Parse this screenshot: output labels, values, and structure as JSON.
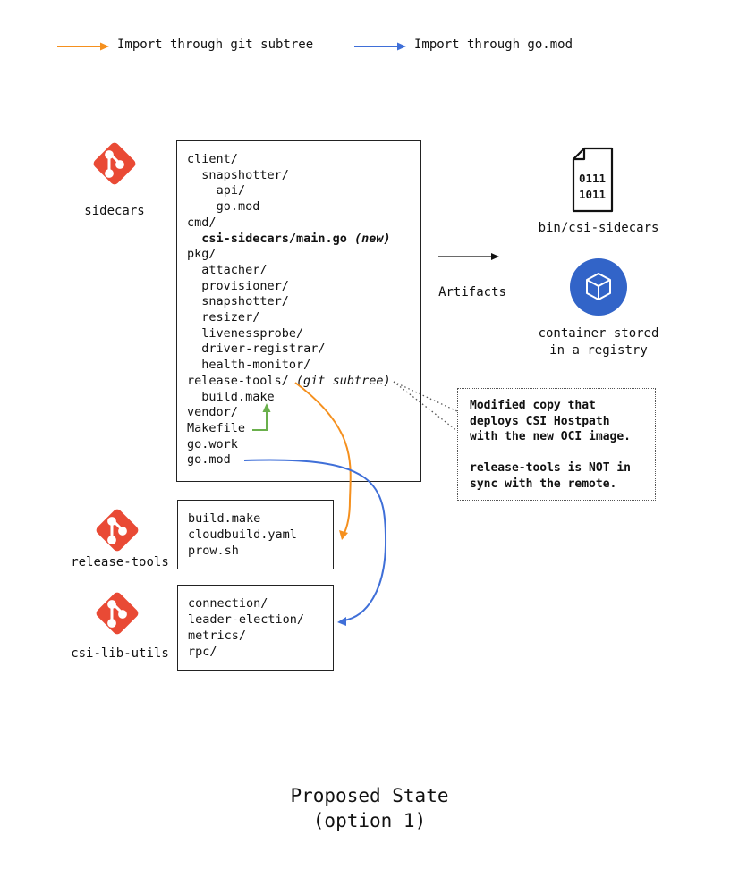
{
  "legend": {
    "orange_label": "Import through git subtree",
    "blue_label": "Import through go.mod",
    "orange_color": "#f5901e",
    "blue_color": "#3f6fd8"
  },
  "repos": {
    "sidecars": "sidecars",
    "release_tools": "release-tools",
    "csi_lib_utils": "csi-lib-utils"
  },
  "sidecars_tree": [
    {
      "indent": 0,
      "text": "client/"
    },
    {
      "indent": 1,
      "text": "snapshotter/"
    },
    {
      "indent": 2,
      "text": "api/"
    },
    {
      "indent": 2,
      "text": "go.mod"
    },
    {
      "indent": 0,
      "text": "cmd/"
    },
    {
      "indent": 1,
      "text": "csi-sidecars/main.go",
      "note": "(new)",
      "bold": true
    },
    {
      "indent": 0,
      "text": "pkg/"
    },
    {
      "indent": 1,
      "text": "attacher/"
    },
    {
      "indent": 1,
      "text": "provisioner/"
    },
    {
      "indent": 1,
      "text": "snapshotter/"
    },
    {
      "indent": 1,
      "text": "resizer/"
    },
    {
      "indent": 1,
      "text": "livenessprobe/"
    },
    {
      "indent": 1,
      "text": "driver-registrar/"
    },
    {
      "indent": 1,
      "text": "health-monitor/"
    },
    {
      "indent": 0,
      "text": "release-tools/",
      "note": "(git subtree)"
    },
    {
      "indent": 1,
      "text": "build.make"
    },
    {
      "indent": 0,
      "text": "vendor/"
    },
    {
      "indent": 0,
      "text": "Makefile"
    },
    {
      "indent": 0,
      "text": "go.work"
    },
    {
      "indent": 0,
      "text": "go.mod"
    }
  ],
  "release_tools_files": [
    "build.make",
    "cloudbuild.yaml",
    "prow.sh"
  ],
  "csi_lib_utils_files": [
    "connection/",
    "leader-election/",
    "metrics/",
    "rpc/"
  ],
  "artifacts": {
    "label": "Artifacts",
    "binary_icon_text": [
      "0111",
      "1011"
    ],
    "binary_caption": "bin/csi-sidecars",
    "container_caption_1": "container stored",
    "container_caption_2": "in a registry"
  },
  "note": {
    "lines": [
      "Modified copy that",
      "deploys CSI Hostpath",
      "with the new OCI image.",
      "",
      "release-tools is NOT in",
      "sync with the remote."
    ]
  },
  "title": {
    "line1": "Proposed State",
    "line2": "(option 1)"
  }
}
